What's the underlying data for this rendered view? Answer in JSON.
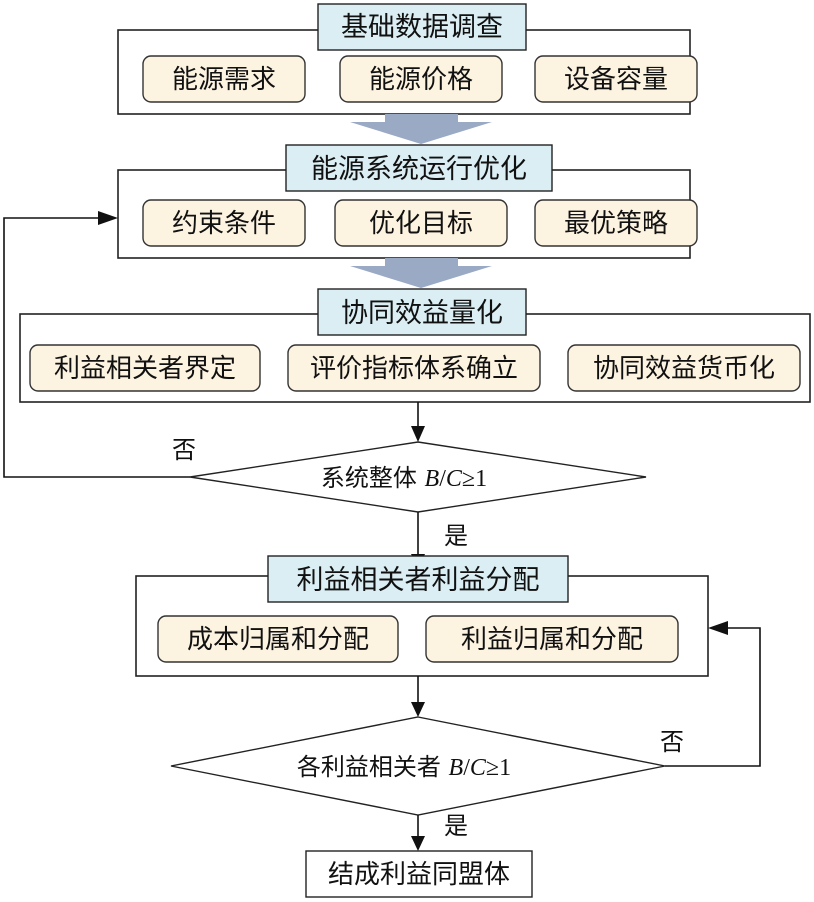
{
  "sections": [
    {
      "title": "基础数据调查",
      "items": [
        "能源需求",
        "能源价格",
        "设备容量"
      ]
    },
    {
      "title": "能源系统运行优化",
      "items": [
        "约束条件",
        "优化目标",
        "最优策略"
      ]
    },
    {
      "title": "协同效益量化",
      "items": [
        "利益相关者界定",
        "评价指标体系确立",
        "协同效益货币化"
      ]
    },
    {
      "title": "利益相关者利益分配",
      "items": [
        "成本归属和分配",
        "利益归属和分配"
      ]
    }
  ],
  "decisions": [
    {
      "prefix": "系统整体 ",
      "var1": "B",
      "slash": "/",
      "var2": "C",
      "suffix": "≥1",
      "yes": "是",
      "no": "否"
    },
    {
      "prefix": "各利益相关者 ",
      "var1": "B",
      "slash": "/",
      "var2": "C",
      "suffix": "≥1",
      "yes": "是",
      "no": "否"
    }
  ],
  "final": "结成利益同盟体",
  "colors": {
    "title_fill": "#daeef3",
    "item_fill": "#fdf3e1",
    "connector_arrow": "#9aa9c4"
  }
}
